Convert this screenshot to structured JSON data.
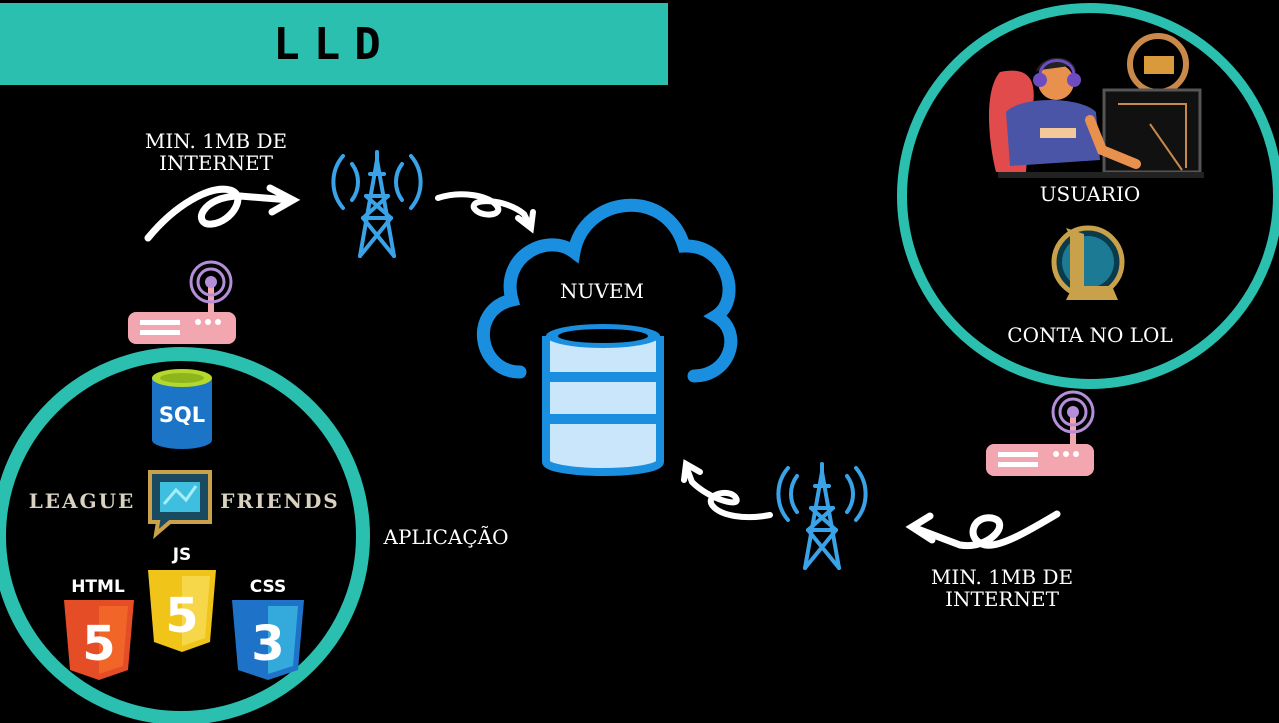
{
  "title": "LLD",
  "colors": {
    "accent_teal": "#2bbfb0",
    "cloud_blue": "#1a8fe0",
    "db_light": "#c9e6fb",
    "tower_blue": "#3aa3e8",
    "router_pink": "#f2a7b0",
    "antenna_purple": "#b48ed8",
    "html_orange": "#e44d26",
    "js_yellow": "#f0c419",
    "css_blue": "#1e73c8",
    "sql_blue": "#1b74c6",
    "sql_lime": "#b4d82c"
  },
  "labels": {
    "internet_left_line1": "MIN. 1MB DE",
    "internet_left_line2": "INTERNET",
    "internet_right_line1": "MIN. 1MB DE",
    "internet_right_line2": "INTERNET",
    "cloud": "NUVEM",
    "user": "USUARIO",
    "account": "CONTA NO LOL",
    "application": "APLICAÇÃO"
  },
  "app_logo": {
    "left_word": "LEAGUE",
    "right_word": "FRIENDS"
  },
  "tech_icons": {
    "sql": "SQL",
    "html": "HTML",
    "js": "JS",
    "css": "CSS",
    "html_number": "5",
    "js_number": "5",
    "css_number": "3"
  },
  "icons": {
    "left_router": "router-icon",
    "right_router": "router-icon",
    "left_tower": "radio-tower-icon",
    "right_tower": "radio-tower-icon",
    "cloud": "cloud-icon",
    "database": "database-icon",
    "user_illustration": "user-at-computer-icon",
    "lol_logo": "league-of-legends-logo-icon"
  }
}
